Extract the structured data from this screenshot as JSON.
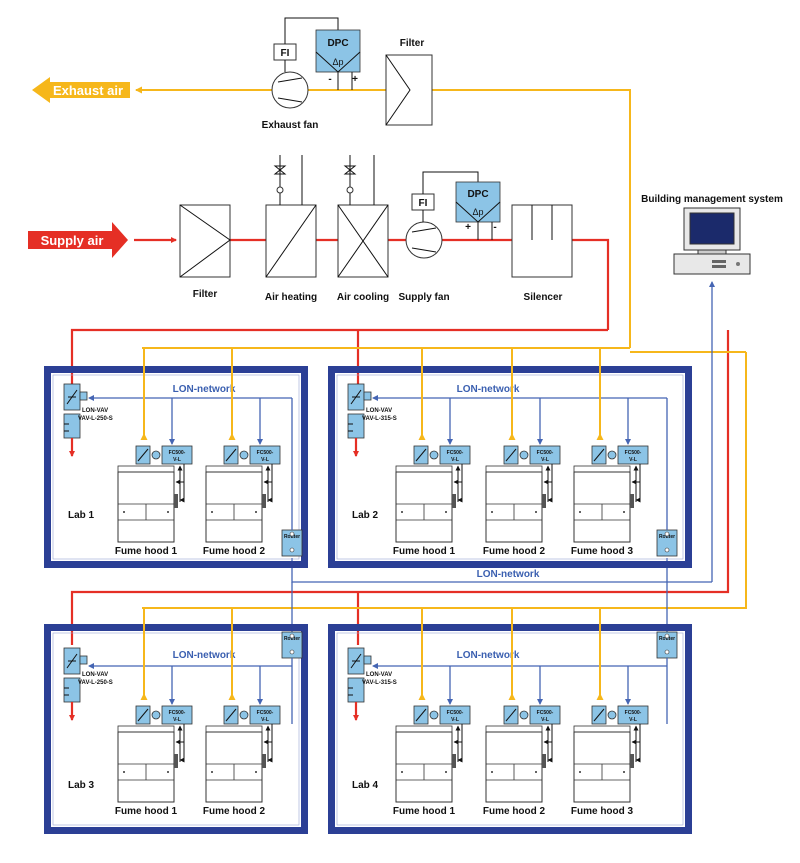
{
  "top": {
    "exhaust_arrow": "Exhaust air",
    "supply_arrow": "Supply air",
    "fi": "FI",
    "dpc": "DPC",
    "dp": "Δp",
    "minus": "-",
    "plus": "+",
    "filter_exhaust": "Filter",
    "exhaust_fan": "Exhaust fan",
    "filter_supply": "Filter",
    "air_heating": "Air heating",
    "air_cooling": "Air cooling",
    "supply_fan": "Supply fan",
    "silencer": "Silencer",
    "bms": "Building management system"
  },
  "network": {
    "lon": "LON-network",
    "router": "Router"
  },
  "controller": {
    "line1": "FC500-",
    "line2": "V-L"
  },
  "labs": [
    {
      "name": "Lab 1",
      "vav_line1": "LON-VAV",
      "vav_line2": "VAV-L-250-S",
      "hoods": [
        "Fume hood 1",
        "Fume hood 2"
      ]
    },
    {
      "name": "Lab 2",
      "vav_line1": "LON-VAV",
      "vav_line2": "VAV-L-315-S",
      "hoods": [
        "Fume hood 1",
        "Fume hood 2",
        "Fume hood 3"
      ]
    },
    {
      "name": "Lab 3",
      "vav_line1": "LON-VAV",
      "vav_line2": "VAV-L-250-S",
      "hoods": [
        "Fume hood 1",
        "Fume hood 2"
      ]
    },
    {
      "name": "Lab 4",
      "vav_line1": "LON-VAV",
      "vav_line2": "VAV-L-315-S",
      "hoods": [
        "Fume hood 1",
        "Fume hood 2",
        "Fume hood 3"
      ]
    }
  ],
  "colors": {
    "supply": "#e52f25",
    "exhaust": "#f6b71b",
    "network": "#4565b3",
    "lab_border": "#2b3f95",
    "device_fill": "#8cc4e6"
  }
}
